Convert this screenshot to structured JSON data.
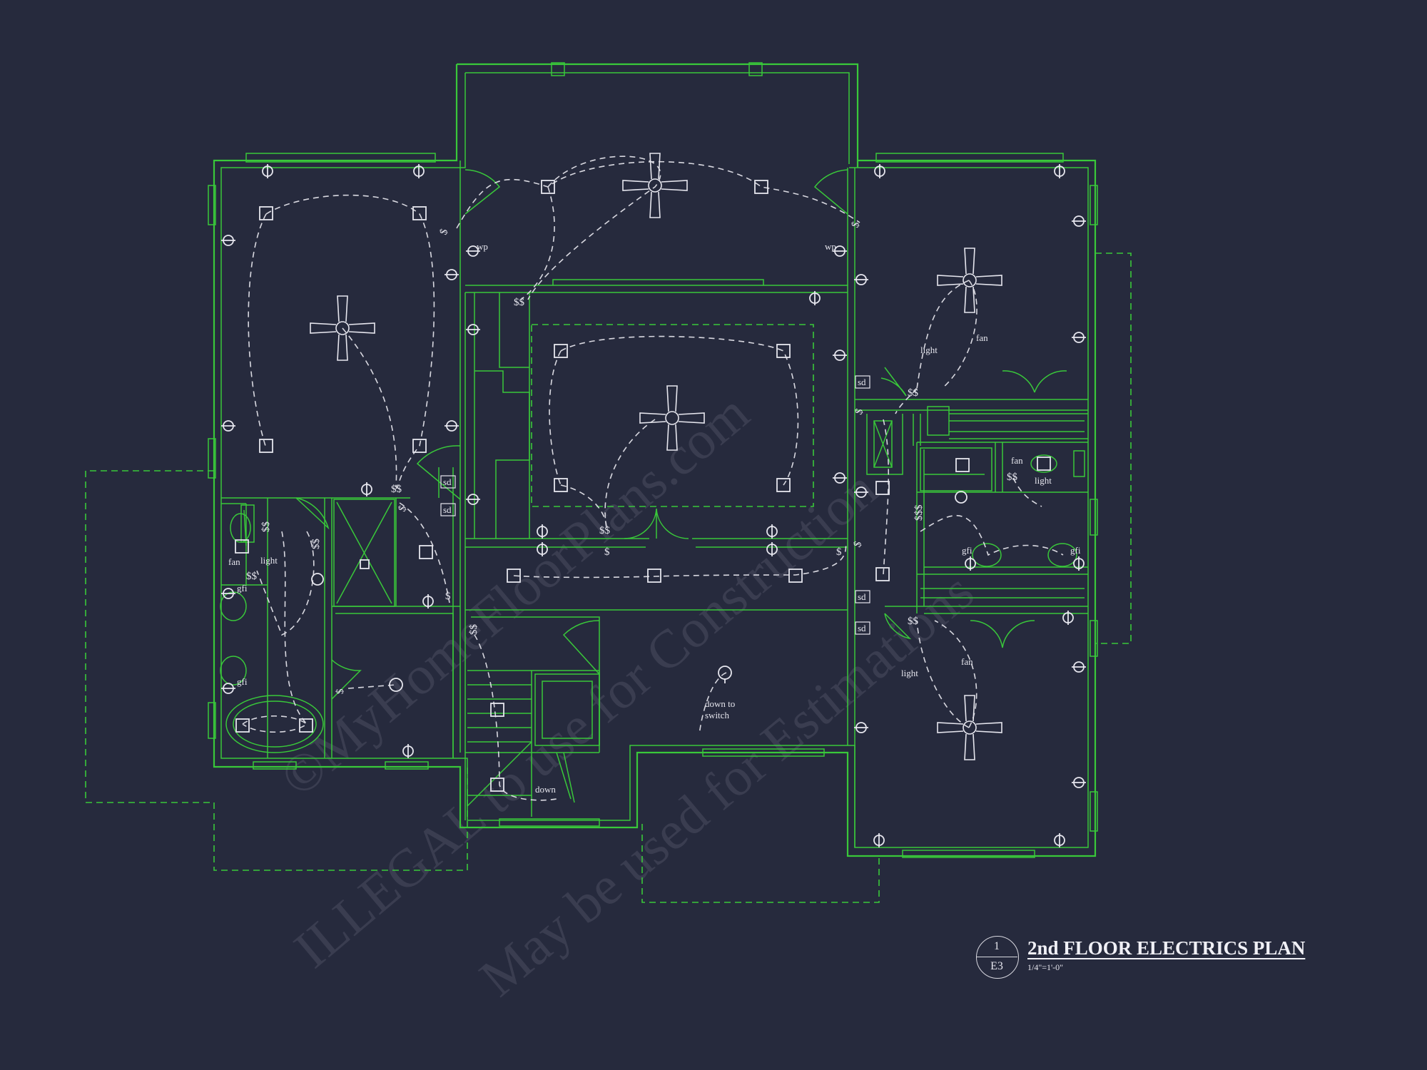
{
  "drawing": {
    "title": "2nd FLOOR ELECTRICS PLAN",
    "scale": "1/4\"=1'-0\"",
    "detail_number": "1",
    "sheet": "E3"
  },
  "labels": {
    "wp": "wp",
    "fan": "fan",
    "light": "light",
    "gfi": "gfi",
    "sd": "sd",
    "down": "down",
    "down_to": "down to",
    "switch": "switch"
  },
  "watermark": {
    "line1": "©MyHomeFloorPlans.com",
    "line2": "ILLEGAL to use for Construction",
    "line3": "May be used for Estimations"
  },
  "colors": {
    "background": "#262a3d",
    "walls": "#39c83a",
    "fixtures": "#e6e6ee"
  }
}
